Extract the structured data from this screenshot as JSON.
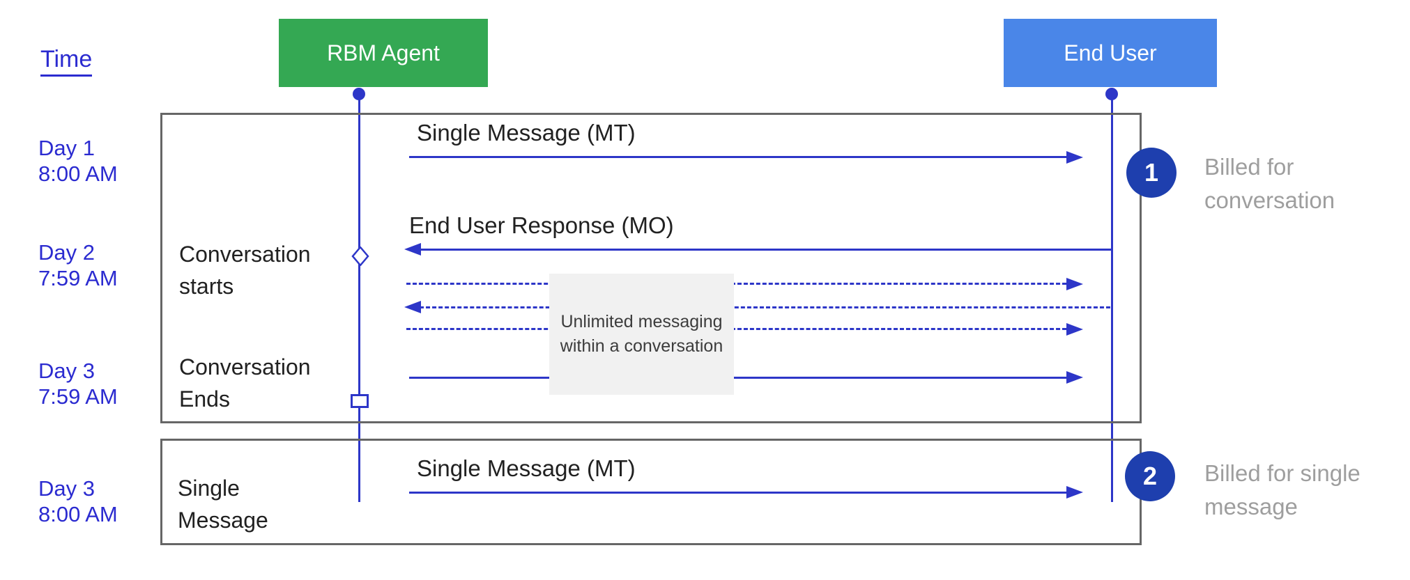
{
  "header": {
    "time_label": "Time"
  },
  "actors": {
    "agent": {
      "label": "RBM Agent",
      "color": "#34a853"
    },
    "end_user": {
      "label": "End User",
      "color": "#4a86e8"
    }
  },
  "timeline": {
    "days": [
      {
        "text": "Day 1\n8:00 AM"
      },
      {
        "text": "Day 2\n7:59 AM"
      },
      {
        "text": "Day 3\n7:59 AM"
      },
      {
        "text": "Day 3\n8:00 AM"
      }
    ]
  },
  "conversation_box": {
    "start_marker_label": "Conversation\nstarts",
    "end_marker_label": "Conversation\nEnds",
    "msg_mt": "Single Message (MT)",
    "msg_mo": "End User Response (MO)",
    "note": "Unlimited messaging\nwithin a conversation"
  },
  "single_message_box": {
    "side_label": "Single\nMessage",
    "msg_mt": "Single Message (MT)"
  },
  "annotations": [
    {
      "number": "1",
      "text": "Billed for\nconversation"
    },
    {
      "number": "2",
      "text": "Billed for single\nmessage"
    }
  ],
  "colors": {
    "agent_green": "#34a853",
    "end_user_blue": "#4a86e8",
    "line_blue": "#2d36c8",
    "day_text_blue": "#2b2bd0",
    "circle_blue": "#1e3fae",
    "box_border_gray": "#666666",
    "note_bg_gray": "#f1f1f1",
    "billed_text_gray": "#9e9e9e"
  }
}
